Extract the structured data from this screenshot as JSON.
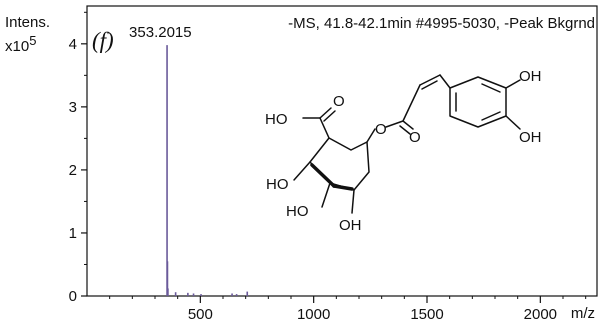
{
  "chart_data": {
    "type": "bar",
    "subtype": "mass-spectrum",
    "panel_label": "(f)",
    "title": "-MS, 41.8-42.1min #4995-5030, -Peak Bkgrnd",
    "ylabel": "Intens.",
    "yscale_label": "x10",
    "yscale_exponent": "5",
    "xlabel": "m/z",
    "xlim": [
      0,
      2250
    ],
    "ylim": [
      0,
      4.6
    ],
    "x_ticks": [
      500,
      1000,
      1500,
      2000
    ],
    "x_tick_labels": [
      "500",
      "1000",
      "1500",
      "2000"
    ],
    "y_ticks": [
      0,
      1,
      2,
      3,
      4
    ],
    "y_tick_labels": [
      "0",
      "1",
      "2",
      "3",
      "4"
    ],
    "peak_color": "#6a5a9a",
    "peaks": [
      {
        "mz": 353.2015,
        "intensity": 3.98
      },
      {
        "mz": 355,
        "intensity": 0.55
      },
      {
        "mz": 357,
        "intensity": 0.12
      },
      {
        "mz": 391,
        "intensity": 0.06
      },
      {
        "mz": 445,
        "intensity": 0.05
      },
      {
        "mz": 470,
        "intensity": 0.04
      },
      {
        "mz": 503,
        "intensity": 0.03
      },
      {
        "mz": 640,
        "intensity": 0.04
      },
      {
        "mz": 660,
        "intensity": 0.03
      },
      {
        "mz": 707,
        "intensity": 0.07
      }
    ],
    "annotations": [
      {
        "text": "353.2015",
        "mz": 353.2015
      }
    ],
    "structure_labels": {
      "oh_top_right": "OH",
      "oh_right": "OH",
      "ho_acid": "HO",
      "o_acid": "O",
      "o_ester_link": "O",
      "o_ester_carbonyl": "O",
      "ho_ring_left": "HO",
      "ho_ring_bottom": "HO",
      "oh_ring_bottom": "OH"
    }
  }
}
